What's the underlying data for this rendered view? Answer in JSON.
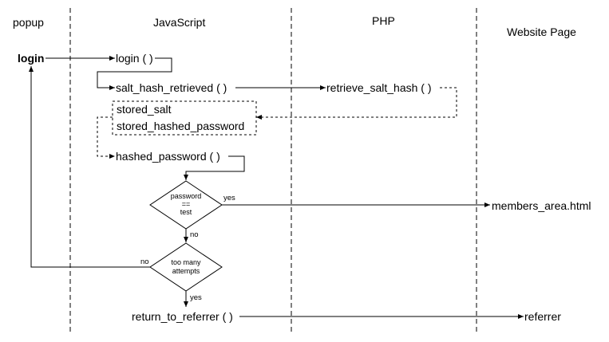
{
  "lanes": {
    "popup": "popup",
    "javascript": "JavaScript",
    "php": "PHP",
    "website": "Website Page"
  },
  "nodes": {
    "login_start": "login",
    "login_fn": "login ( )",
    "salt_hash_retrieved": "salt_hash_retrieved ( )",
    "retrieve_salt_hash": "retrieve_salt_hash ( )",
    "stored_salt": "stored_salt",
    "stored_hashed_password": "stored_hashed_password",
    "hashed_password": "hashed_password ( )",
    "decision1_line1": "password",
    "decision1_line2": "==",
    "decision1_line3": "test",
    "decision2_line1": "too many",
    "decision2_line2": "attempts",
    "members_area": "members_area.html",
    "return_to_referrer": "return_to_referrer ( )",
    "referrer": "referrer"
  },
  "edge_labels": {
    "d1_yes": "yes",
    "d1_no": "no",
    "d2_no": "no",
    "d2_yes": "yes"
  }
}
